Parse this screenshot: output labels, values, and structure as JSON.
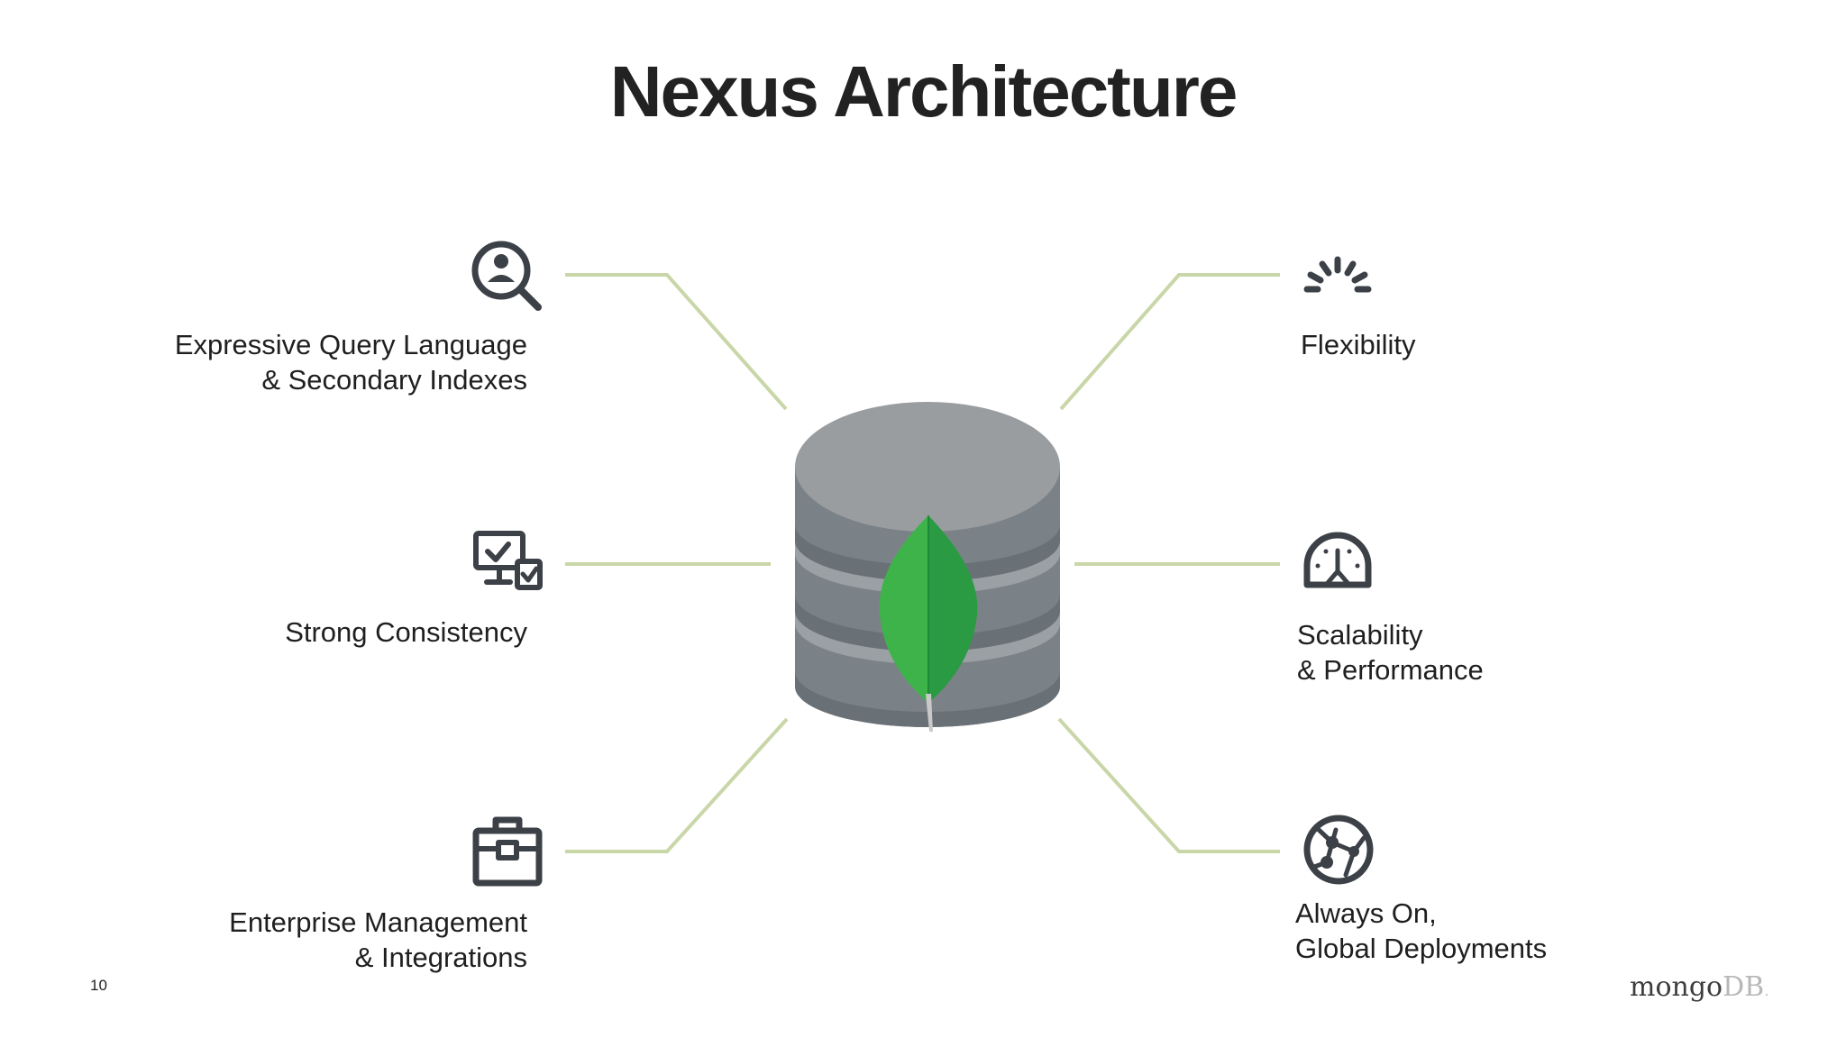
{
  "title": "Nexus Architecture",
  "features_left": [
    {
      "lines": [
        "Expressive Query Language",
        "& Secondary Indexes"
      ],
      "icon": "search-user-icon"
    },
    {
      "lines": [
        "Strong Consistency"
      ],
      "icon": "monitor-check-icon"
    },
    {
      "lines": [
        "Enterprise Management",
        "& Integrations"
      ],
      "icon": "briefcase-icon"
    }
  ],
  "features_right": [
    {
      "lines": [
        "Flexibility"
      ],
      "icon": "rays-icon"
    },
    {
      "lines": [
        "Scalability",
        "& Performance"
      ],
      "icon": "speedometer-icon"
    },
    {
      "lines": [
        "Always On,",
        "Global Deployments"
      ],
      "icon": "globe-network-icon"
    }
  ],
  "center": {
    "icon": "database-leaf-icon"
  },
  "footer": {
    "page_number": "10",
    "logo_mongo": "mongo",
    "logo_db": "DB",
    "logo_dot": "."
  },
  "colors": {
    "connector": "#c9d6a8",
    "icon": "#3c4047",
    "cylinder_top": "#9a9da0",
    "cylinder_body": "#7b8287",
    "leaf_left": "#3db34a",
    "leaf_right": "#2a9a43"
  }
}
